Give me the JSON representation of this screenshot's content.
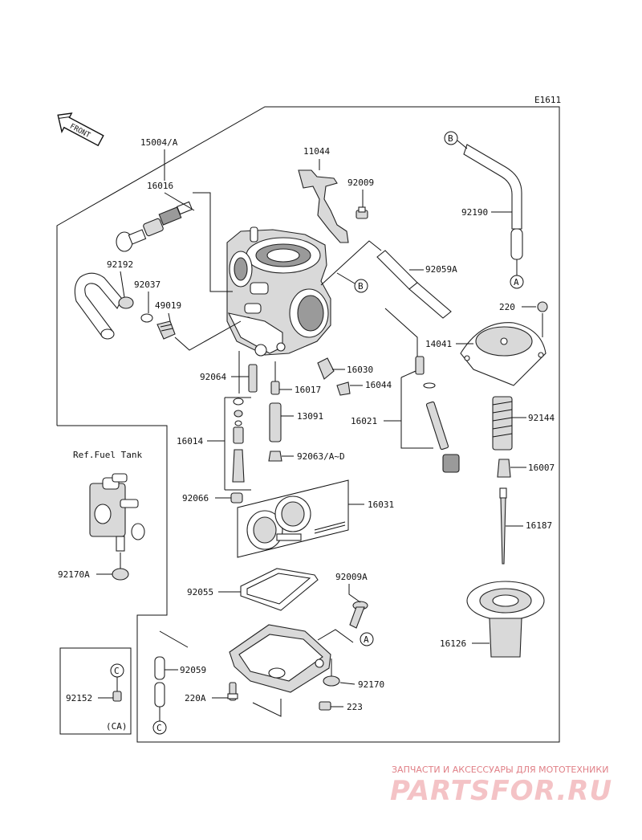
{
  "diagram_code": "E1611",
  "front_label": "FRONT",
  "ref_fuel_tank": "Ref.Fuel Tank",
  "ca_label": "(CA)",
  "parts": {
    "p15004A": "15004/A",
    "p11044": "11044",
    "p16016": "16016",
    "p92009": "92009",
    "p92190": "92190",
    "p92192": "92192",
    "p92037": "92037",
    "p49019": "49019",
    "p92059A": "92059A",
    "p220": "220",
    "p14041": "14041",
    "p92064": "92064",
    "p16030": "16030",
    "p16017": "16017",
    "p16044": "16044",
    "p13091": "13091",
    "p16021": "16021",
    "p92144": "92144",
    "p16014": "16014",
    "p92063": "92063/A~D",
    "p16007": "16007",
    "p92066": "92066",
    "p16031": "16031",
    "p16187": "16187",
    "p92170A": "92170A",
    "p92055": "92055",
    "p92009A": "92009A",
    "p16126": "16126",
    "p92059": "92059",
    "p92170": "92170",
    "p92152": "92152",
    "p220A": "220A",
    "p223": "223"
  },
  "refs": {
    "a": "A",
    "b": "B",
    "c": "C"
  },
  "watermark": {
    "line1": "ЗАПЧАСТИ И АКСЕССУАРЫ ДЛЯ МОТОТЕХНИКИ",
    "line2": "PARTSFOR.RU"
  }
}
